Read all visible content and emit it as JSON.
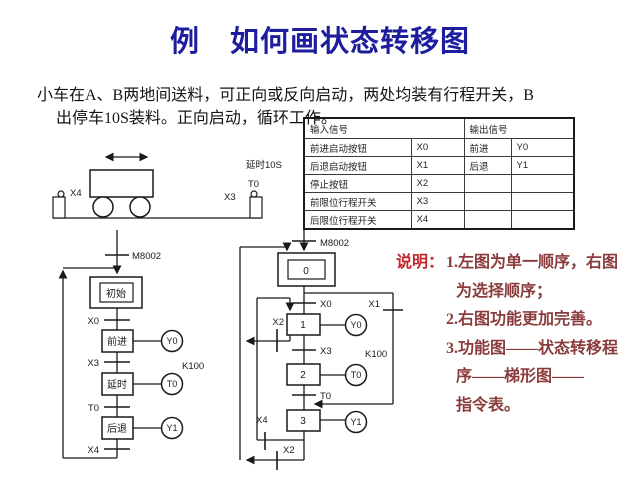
{
  "slide": {
    "title": "例　如何画状态转移图"
  },
  "intro": {
    "line1": "小车在A、B两地间送料，可正向或反向启动，两处均装有行程开关，B",
    "line2": "出停车10S装料。正向启动，循环工作。"
  },
  "trolley": {
    "left_switch": "X4",
    "right_switch": "X3",
    "delay_label": "延时10S",
    "timer_label": "T0"
  },
  "signal_table": {
    "input_header": "输入信号",
    "output_header": "输出信号",
    "rows": [
      {
        "input_name": "前进启动按钮",
        "input_code": "X0",
        "output_name": "前进",
        "output_code": "Y0"
      },
      {
        "input_name": "后退启动按钮",
        "input_code": "X1",
        "output_name": "后退",
        "output_code": "Y1"
      },
      {
        "input_name": "停止按钮",
        "input_code": "X2",
        "output_name": "",
        "output_code": ""
      },
      {
        "input_name": "前限位行程开关",
        "input_code": "X3",
        "output_name": "",
        "output_code": ""
      },
      {
        "input_name": "后限位行程开关",
        "input_code": "X4",
        "output_name": "",
        "output_code": ""
      }
    ]
  },
  "left_sfc": {
    "entry_transition": "M8002",
    "initial_state": "初始",
    "t_x0": "X0",
    "state_forward": "前进",
    "out_y0": "Y0",
    "t_x3": "X3",
    "timer_preset": "K100",
    "state_delay": "延时",
    "out_t0": "T0",
    "t_t0": "T0",
    "state_back": "后退",
    "out_y1": "Y1",
    "t_x4": "X4"
  },
  "right_sfc": {
    "entry_transition": "M8002",
    "state0": "0",
    "t_x0": "X0",
    "t_x1": "X1",
    "state1": "1",
    "out_y0": "Y0",
    "t_x2_upper": "X2",
    "t_x3": "X3",
    "timer_preset": "K100",
    "state2": "2",
    "out_t0": "T0",
    "t_t0": "T0",
    "state3": "3",
    "out_y1": "Y1",
    "t_x4": "X4",
    "t_x2_lower": "X2"
  },
  "notes": {
    "label": "说明：",
    "lines": [
      "1.左图为单一顺序，右图",
      "为选择顺序；",
      "2.右图功能更加完善。",
      "3.功能图——状态转移程",
      "序——梯形图——",
      "指令表。"
    ]
  },
  "colors": {
    "title": "#1d1d9e",
    "note_label": "#c2242c",
    "note_text": "#8a3c3c",
    "diagram_ink": "#1a1a1a"
  }
}
